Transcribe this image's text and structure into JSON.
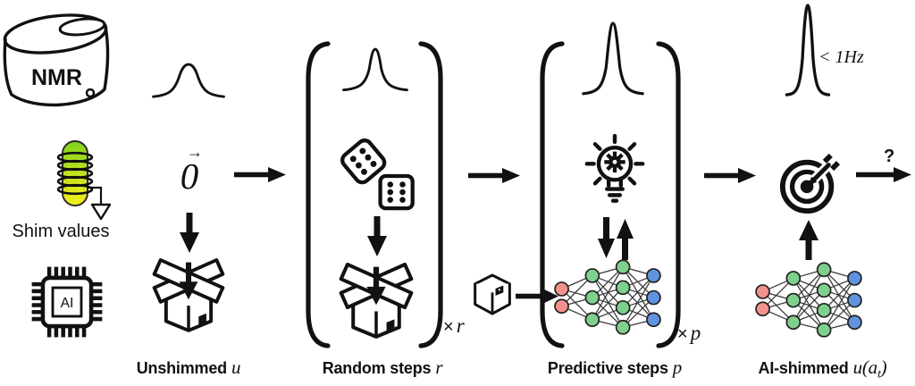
{
  "colors": {
    "ink": "#111111",
    "coil_top_green": "#7fd41e",
    "coil_mid": "#c8e021",
    "coil_bottom_yellow": "#f2ee1e",
    "nn_input_red": "#f2928a",
    "nn_hidden_green": "#7ed08c",
    "nn_output_blue": "#5f93e0"
  },
  "left_panel": {
    "nmr_label": "NMR",
    "shim_values_label": "Shim values",
    "ai_chip_label": "AI"
  },
  "stages": {
    "unshimmed": {
      "vector_arrow": "→",
      "vector_zero": "0",
      "label_text": "Unshimmed",
      "label_var": "u"
    },
    "random_steps": {
      "label_text": "Random steps",
      "label_var": "r",
      "multiplier_times": "×",
      "multiplier_var": "r"
    },
    "predictive_steps": {
      "label_text": "Predictive steps",
      "label_var": "p",
      "multiplier_times": "×",
      "multiplier_var": "p"
    },
    "ai_shimmed": {
      "linewidth_annotation": "< 1Hz",
      "label_text": "AI-shimmed",
      "label_var_open": "u(a",
      "label_var_sub": "t",
      "label_var_close": ")"
    }
  },
  "flow": {
    "question_mark": "?"
  },
  "icons": {
    "nmr_magnet": "nmr-magnet-icon",
    "shim_coil": "shim-coil-icon",
    "ai_chip": "ai-chip-icon",
    "broad_peak": "broad-peak-icon",
    "medium_peak": "medium-peak-icon",
    "sharp_peak": "sharp-peak-icon",
    "narrow_peak": "narrow-peak-icon",
    "dice": "dice-icon",
    "open_box": "open-box-arrow-in-icon",
    "closed_box": "closed-box-icon",
    "lightbulb_gear": "lightbulb-gear-icon",
    "exchange_arrows": "exchange-arrows-icon",
    "target_dart": "target-dart-icon",
    "neural_network": "neural-network-icon"
  }
}
